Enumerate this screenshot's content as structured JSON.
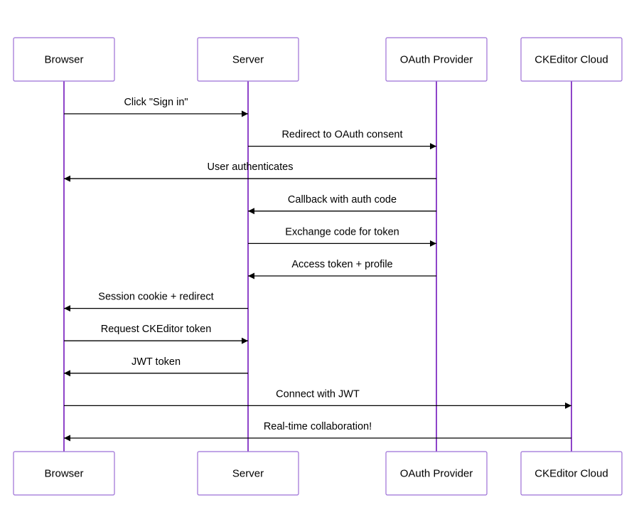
{
  "colors": {
    "actor_border": "#9c6fd6",
    "lifeline": "#8e44c9",
    "arrow": "#000000",
    "background": "#ffffff"
  },
  "participants": [
    {
      "id": "browser",
      "label": "Browser"
    },
    {
      "id": "server",
      "label": "Server"
    },
    {
      "id": "oauth",
      "label": "OAuth Provider"
    },
    {
      "id": "ckcloud",
      "label": "CKEditor Cloud"
    }
  ],
  "messages": [
    {
      "from": "browser",
      "to": "server",
      "label": "Click \"Sign in\""
    },
    {
      "from": "server",
      "to": "oauth",
      "label": "Redirect to OAuth consent"
    },
    {
      "from": "oauth",
      "to": "browser",
      "label": "User authenticates"
    },
    {
      "from": "oauth",
      "to": "server",
      "label": "Callback with auth code"
    },
    {
      "from": "server",
      "to": "oauth",
      "label": "Exchange code for token"
    },
    {
      "from": "oauth",
      "to": "server",
      "label": "Access token + profile"
    },
    {
      "from": "server",
      "to": "browser",
      "label": "Session cookie + redirect"
    },
    {
      "from": "browser",
      "to": "server",
      "label": "Request CKEditor token"
    },
    {
      "from": "server",
      "to": "browser",
      "label": "JWT token"
    },
    {
      "from": "browser",
      "to": "ckcloud",
      "label": "Connect with JWT"
    },
    {
      "from": "ckcloud",
      "to": "browser",
      "label": "Real-time collaboration!"
    }
  ]
}
